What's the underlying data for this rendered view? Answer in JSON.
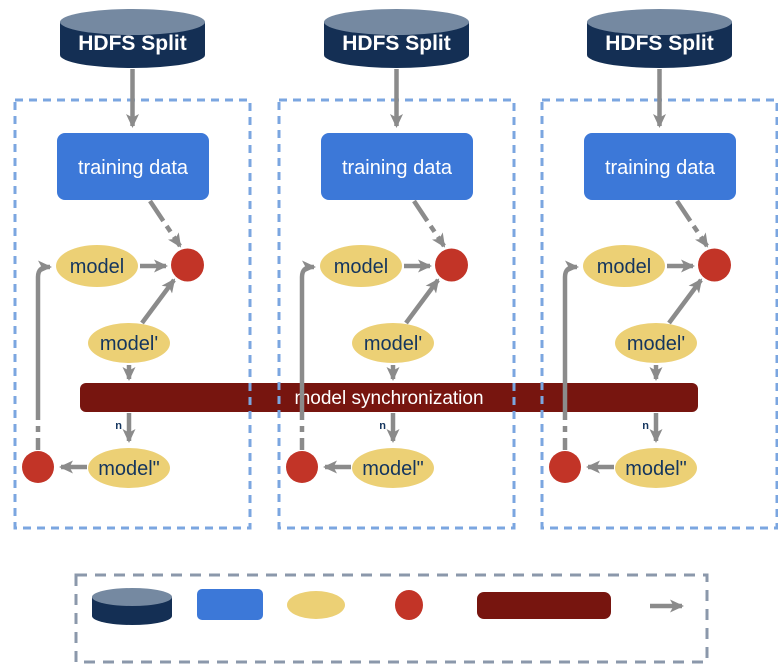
{
  "diagram": {
    "hdfs_label": "HDFS Split",
    "training_label": "training data",
    "model_label": "model",
    "model_prime_label": "model'",
    "model_doubleprime_label": "model\"",
    "sync_label": "model synchronization",
    "n_label": "n",
    "column_count": 3
  },
  "legend": {
    "items": [
      "hdfs-storage-icon",
      "training-data-icon",
      "model-icon",
      "update-operation-icon",
      "model-synchronization-icon",
      "data-flow-arrow-icon"
    ]
  },
  "colors": {
    "cylinder_body": "#142F54",
    "cylinder_top": "#7589A1",
    "training_blue": "#3C78D8",
    "model_yellow": "#ECD075",
    "update_red": "#C23427",
    "sync_maroon": "#77150F",
    "arrow_gray": "#8B8B8B",
    "box_border_blue": "#7BA6E0",
    "legend_border_gray": "#8B98AB",
    "text_navy": "#14355E",
    "text_white": "#FFFFFF"
  }
}
